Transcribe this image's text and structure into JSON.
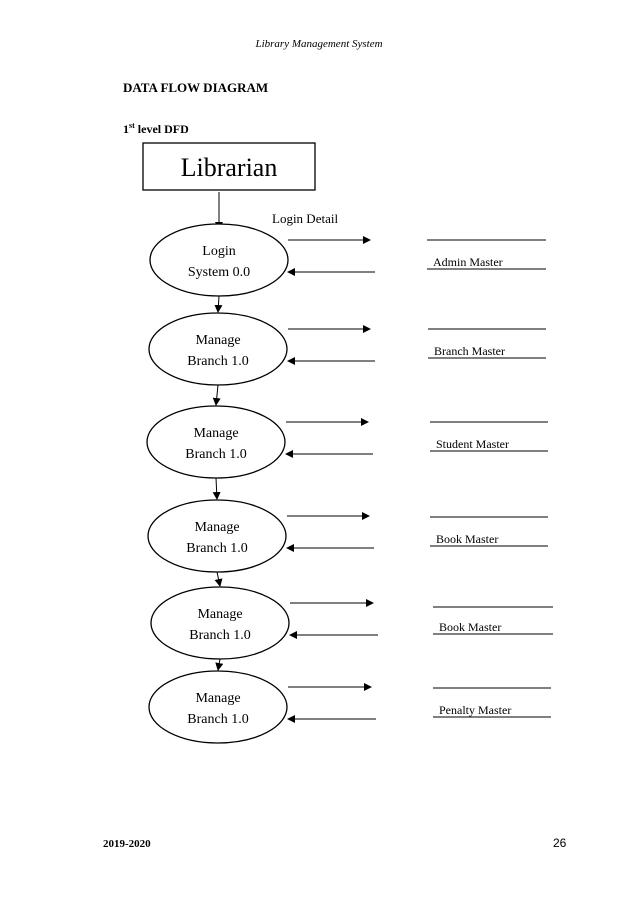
{
  "header": "Library Management System",
  "section_title": "DATA FLOW DIAGRAM",
  "level": {
    "number": "1",
    "suffix": "st",
    "text": " level DFD"
  },
  "entity": "Librarian",
  "flow_label": "Login Detail",
  "processes": [
    {
      "line1": "Login",
      "line2": "System 0.0",
      "store": "Admin Master"
    },
    {
      "line1": "Manage",
      "line2": "Branch 1.0",
      "store": "Branch Master"
    },
    {
      "line1": "Manage",
      "line2": "Branch 1.0",
      "store": "Student Master"
    },
    {
      "line1": "Manage",
      "line2": "Branch 1.0",
      "store": "Book Master"
    },
    {
      "line1": "Manage",
      "line2": "Branch 1.0",
      "store": "Book Master"
    },
    {
      "line1": "Manage",
      "line2": "Branch 1.0",
      "store": "Penalty Master"
    }
  ],
  "footer": {
    "year": "2019-2020",
    "page": "26"
  }
}
